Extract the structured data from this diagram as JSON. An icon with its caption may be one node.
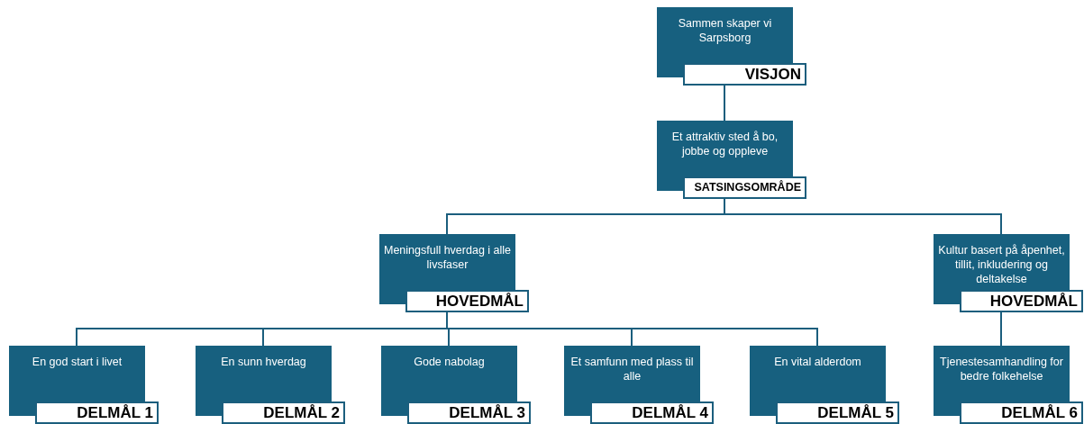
{
  "diagram": {
    "nodes": [
      {
        "text": [
          "Sammen skaper vi Sarpsborg",
          "VISJON"
        ]
      },
      {
        "text": [
          "Et attraktiv sted å bo, jobbe og oppleve",
          "SATSINGSOMRÅDE"
        ]
      },
      {
        "text": [
          "Meningsfull hverdag i alle livsfaser",
          "HOVEDMÅL"
        ]
      },
      {
        "text": [
          "Kultur basert på åpenhet, tillit, inkludering og deltakelse",
          "HOVEDMÅL"
        ]
      },
      {
        "text": [
          "En god start i livet",
          "DELMÅL 1"
        ]
      },
      {
        "text": [
          "En sunn hverdag",
          "DELMÅL 2"
        ]
      },
      {
        "text": [
          "Gode nabolag",
          "DELMÅL 3"
        ]
      },
      {
        "text": [
          "Et samfunn med plass til alle",
          "DELMÅL 4"
        ]
      },
      {
        "text": [
          "En vital alderdom",
          "DELMÅL 5"
        ]
      },
      {
        "text": [
          "Tjenestesamhandling for bedre folkehelse",
          "DELMÅL 6"
        ]
      }
    ],
    "edges": [
      {
        "from": 0,
        "to": 1,
        "arrow": "none"
      },
      {
        "from": 1,
        "to": 2,
        "arrow": "none"
      },
      {
        "from": 1,
        "to": 3,
        "arrow": "none"
      },
      {
        "from": 2,
        "to": 4,
        "arrow": "none"
      },
      {
        "from": 2,
        "to": 5,
        "arrow": "none"
      },
      {
        "from": 2,
        "to": 6,
        "arrow": "none"
      },
      {
        "from": 2,
        "to": 7,
        "arrow": "none"
      },
      {
        "from": 2,
        "to": 8,
        "arrow": "none"
      },
      {
        "from": 3,
        "to": 9,
        "arrow": "none"
      }
    ]
  }
}
